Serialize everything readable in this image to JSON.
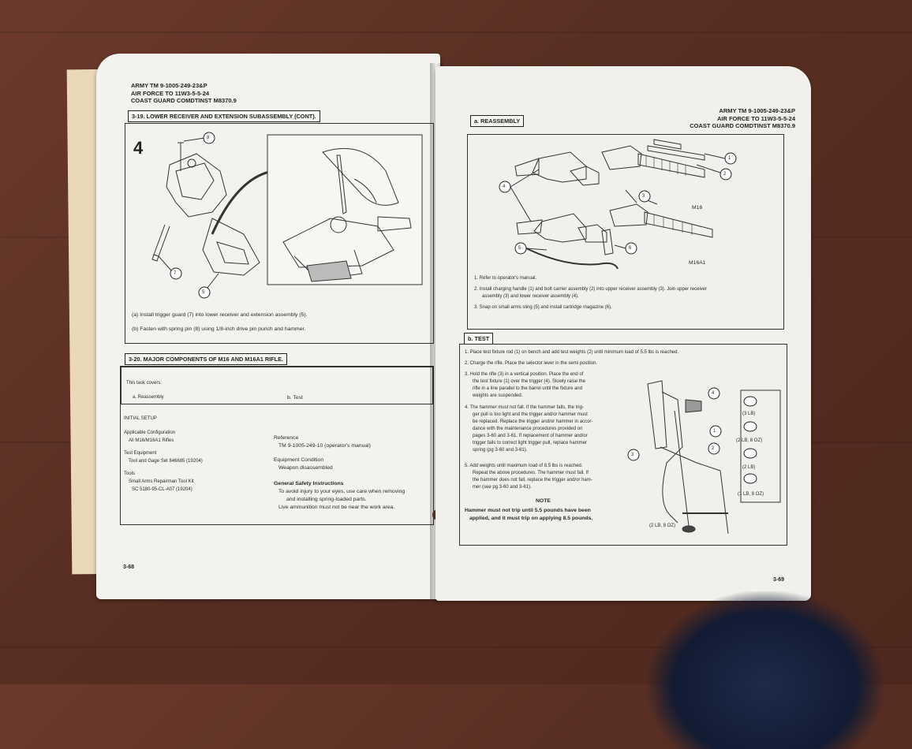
{
  "left_page": {
    "header": [
      "ARMY TM 9-1005-249-23&P",
      "AIR FORCE TO 11W3-5-5-24",
      "COAST GUARD COMDTINST M8370.9"
    ],
    "section_title": "3-19. LOWER RECEIVER AND EXTENSION SUBASSEMBLY (CONT).",
    "step_number": "4",
    "callouts": [
      "8",
      "7",
      "5"
    ],
    "step_a": "(a)  Install trigger guard (7) into lower receiver and extension assembly (5).",
    "step_b": "(b)  Fasten with spring pin (8) using 1/8-inch drive pin punch and hammer.",
    "section2_title": "3-20. MAJOR COMPONENTS OF M16 AND M16A1 RIFLE.",
    "task_covers": "This task covers:",
    "task_a": "a. Reassembly",
    "task_b": "b. Test",
    "initial_setup": "INITIAL SETUP",
    "app_config_label": "Applicable Configuration",
    "app_config_value": "All M16/M16A1 Rifles",
    "test_equip_label": "Test Equipment",
    "test_equip_value": "Tool and Gage Set 846685 (19204)",
    "tools_label": "Tools",
    "tools_value1": "Small Arms Repairman Tool Kit",
    "tools_value2": "SC 5180-95-CL-A07 (19204)",
    "reference_label": "Reference",
    "reference_value": "TM 9-1005-249-10 (operator's manual)",
    "equip_cond_label": "Equipment Condition",
    "equip_cond_value": "Weapon disassembled",
    "safety_label": "General Safety Instructions",
    "safety_1": "To avoid injury to your eyes, use care when removing",
    "safety_2": "and installing spring-loaded parts.",
    "safety_3": "Live ammunition must not be near the work area.",
    "page_number": "3-68"
  },
  "right_page": {
    "header": [
      "ARMY TM 9-1005-249-23&P",
      "AIR FORCE TO 11W3-5-5-24",
      "COAST GUARD COMDTINST M8370.9"
    ],
    "reassembly_title": "a. REASSEMBLY",
    "callouts": [
      "1",
      "2",
      "3",
      "4",
      "5",
      "6"
    ],
    "label_m16": "M16",
    "label_m16a1": "M16A1",
    "step1": "1.  Refer to operator's manual.",
    "step2a": "2.  Install charging handle (1) and bolt carrier assembly (2) into upper receiver assembly (3). Join upper receiver",
    "step2b": "assembly (3) and lower receiver assembly (4).",
    "step3": "3.  Snap on small arms sling (5) and install cartridge magazine (6).",
    "test_title": "b. TEST",
    "t1": "1.  Place test fixture rod (1) on bench and add test weights (2) until minimum load of 5.5 lbs is reached.",
    "t2": "2.  Charge the rifle. Place the selector lever in the semi position.",
    "t3": [
      "3.  Hold the rifle (3) in a vertical position. Place the end of",
      "the test fixture (1) over the trigger (4). Slowly raise the",
      "rifle in a line parallel to the barrel until the fixture and",
      "weights are suspended."
    ],
    "t4": [
      "4.  The hammer must not fall. If the hammer falls, the trig-",
      "ger pull is too light and the trigger and/or hammer must",
      "be replaced. Replace the trigger and/or hammer in accor-",
      "dance with the maintenance procedures provided on",
      "pages 3-60 and 3-61. If replacement of hammer and/or",
      "trigger fails to correct light trigger pull, replace hammer",
      "spring (pg 3-60 and 3-61)."
    ],
    "t5": [
      "5.  Add weights until maximum load of 8.5 lbs is reached.",
      "Repeat the above procedures. The hammer must fall. If",
      "the hammer does not fall, replace the trigger and/or ham-",
      "mer (see pg 3-60 and 3-61)."
    ],
    "note_title": "NOTE",
    "note1": "Hammer must not trip until 5.5 pounds have been",
    "note2": "applied, and it must trip on applying 8.5 pounds.",
    "weights": [
      "(3 LB)",
      "(2 LB, 8 OZ)",
      "(2 LB)",
      "(1 LB, 8 OZ)"
    ],
    "weight_bottom": "(2 LB, 8 OZ)",
    "test_callouts": [
      "4",
      "1",
      "2",
      "3"
    ],
    "page_number": "3-69"
  }
}
